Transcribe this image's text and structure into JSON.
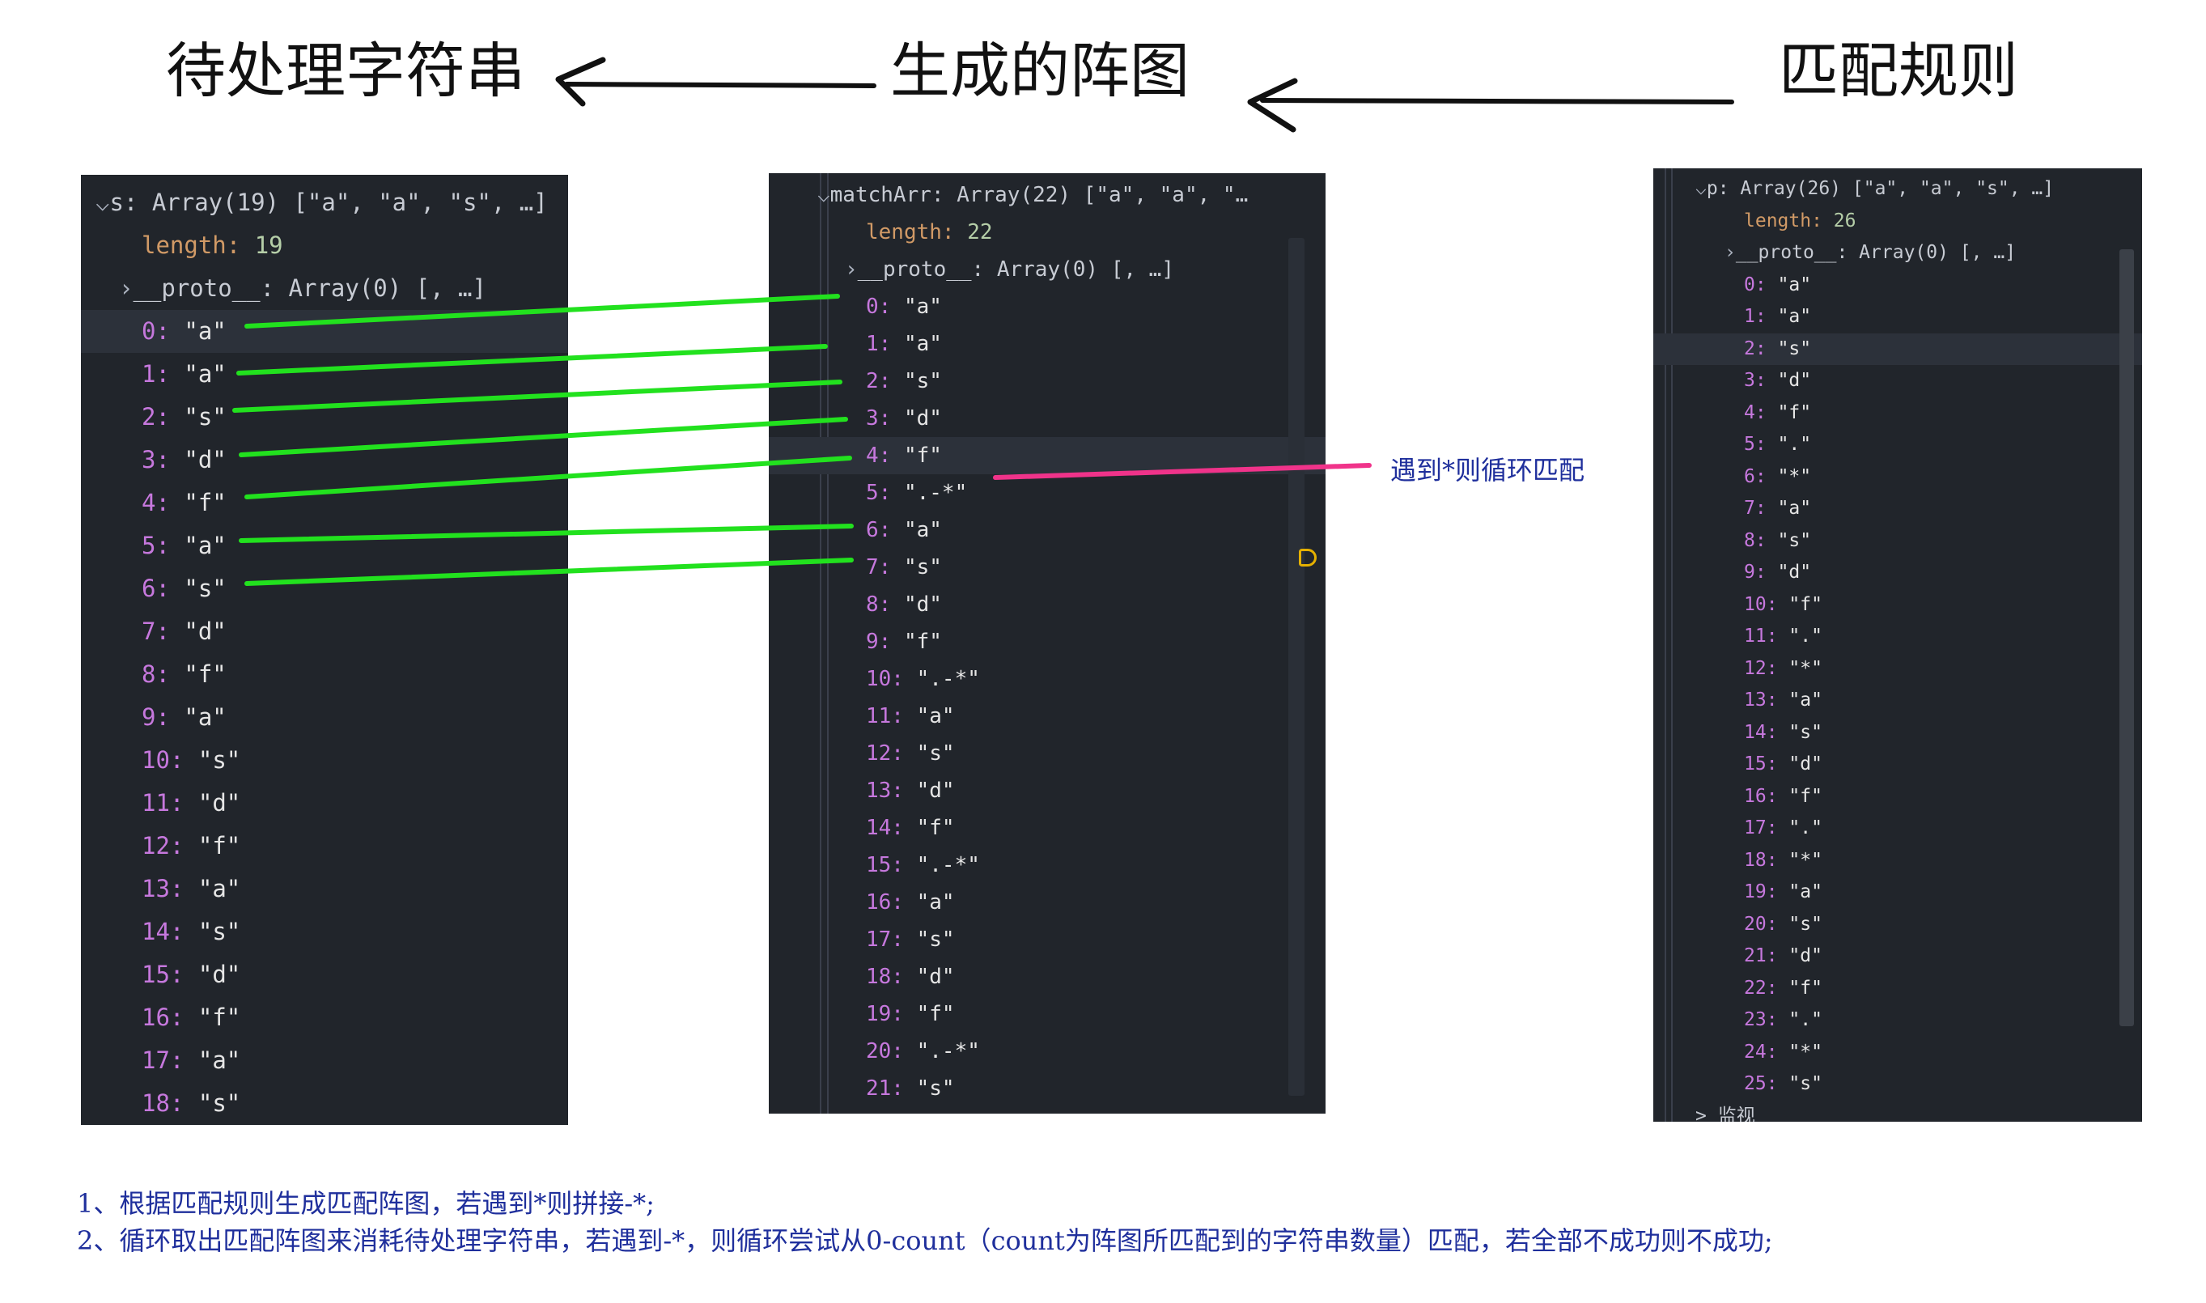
{
  "headings": {
    "left": "待处理字符串",
    "middle": "生成的阵图",
    "right": "匹配规则"
  },
  "panel_s": {
    "header": "s: Array(19) [\"a\", \"a\", \"s\", …]",
    "length_label": "length:",
    "length_value": "19",
    "proto": "__proto__: Array(0) [, …]",
    "items": [
      {
        "i": "0:",
        "v": "\"a\""
      },
      {
        "i": "1:",
        "v": "\"a\""
      },
      {
        "i": "2:",
        "v": "\"s\""
      },
      {
        "i": "3:",
        "v": "\"d\""
      },
      {
        "i": "4:",
        "v": "\"f\""
      },
      {
        "i": "5:",
        "v": "\"a\""
      },
      {
        "i": "6:",
        "v": "\"s\""
      },
      {
        "i": "7:",
        "v": "\"d\""
      },
      {
        "i": "8:",
        "v": "\"f\""
      },
      {
        "i": "9:",
        "v": "\"a\""
      },
      {
        "i": "10:",
        "v": "\"s\""
      },
      {
        "i": "11:",
        "v": "\"d\""
      },
      {
        "i": "12:",
        "v": "\"f\""
      },
      {
        "i": "13:",
        "v": "\"a\""
      },
      {
        "i": "14:",
        "v": "\"s\""
      },
      {
        "i": "15:",
        "v": "\"d\""
      },
      {
        "i": "16:",
        "v": "\"f\""
      },
      {
        "i": "17:",
        "v": "\"a\""
      },
      {
        "i": "18:",
        "v": "\"s\""
      }
    ]
  },
  "panel_match": {
    "header": "matchArr: Array(22) [\"a\", \"a\", \"…",
    "length_label": "length:",
    "length_value": "22",
    "proto": "__proto__: Array(0) [, …]",
    "items": [
      {
        "i": "0:",
        "v": "\"a\""
      },
      {
        "i": "1:",
        "v": "\"a\""
      },
      {
        "i": "2:",
        "v": "\"s\""
      },
      {
        "i": "3:",
        "v": "\"d\""
      },
      {
        "i": "4:",
        "v": "\"f\""
      },
      {
        "i": "5:",
        "v": "\".-*\""
      },
      {
        "i": "6:",
        "v": "\"a\""
      },
      {
        "i": "7:",
        "v": "\"s\""
      },
      {
        "i": "8:",
        "v": "\"d\""
      },
      {
        "i": "9:",
        "v": "\"f\""
      },
      {
        "i": "10:",
        "v": "\".-*\""
      },
      {
        "i": "11:",
        "v": "\"a\""
      },
      {
        "i": "12:",
        "v": "\"s\""
      },
      {
        "i": "13:",
        "v": "\"d\""
      },
      {
        "i": "14:",
        "v": "\"f\""
      },
      {
        "i": "15:",
        "v": "\".-*\""
      },
      {
        "i": "16:",
        "v": "\"a\""
      },
      {
        "i": "17:",
        "v": "\"s\""
      },
      {
        "i": "18:",
        "v": "\"d\""
      },
      {
        "i": "19:",
        "v": "\"f\""
      },
      {
        "i": "20:",
        "v": "\".-*\""
      },
      {
        "i": "21:",
        "v": "\"s\""
      }
    ],
    "footer": "p: Array(26) [\"a\", \"a\", \"s\", …]"
  },
  "panel_p": {
    "header": "p: Array(26) [\"a\", \"a\", \"s\", …]",
    "length_label": "length:",
    "length_value": "26",
    "proto": "__proto__: Array(0) [, …]",
    "items": [
      {
        "i": "0:",
        "v": "\"a\""
      },
      {
        "i": "1:",
        "v": "\"a\""
      },
      {
        "i": "2:",
        "v": "\"s\""
      },
      {
        "i": "3:",
        "v": "\"d\""
      },
      {
        "i": "4:",
        "v": "\"f\""
      },
      {
        "i": "5:",
        "v": "\".\""
      },
      {
        "i": "6:",
        "v": "\"*\""
      },
      {
        "i": "7:",
        "v": "\"a\""
      },
      {
        "i": "8:",
        "v": "\"s\""
      },
      {
        "i": "9:",
        "v": "\"d\""
      },
      {
        "i": "10:",
        "v": "\"f\""
      },
      {
        "i": "11:",
        "v": "\".\""
      },
      {
        "i": "12:",
        "v": "\"*\""
      },
      {
        "i": "13:",
        "v": "\"a\""
      },
      {
        "i": "14:",
        "v": "\"s\""
      },
      {
        "i": "15:",
        "v": "\"d\""
      },
      {
        "i": "16:",
        "v": "\"f\""
      },
      {
        "i": "17:",
        "v": "\".\""
      },
      {
        "i": "18:",
        "v": "\"*\""
      },
      {
        "i": "19:",
        "v": "\"a\""
      },
      {
        "i": "20:",
        "v": "\"s\""
      },
      {
        "i": "21:",
        "v": "\"d\""
      },
      {
        "i": "22:",
        "v": "\"f\""
      },
      {
        "i": "23:",
        "v": "\".\""
      },
      {
        "i": "24:",
        "v": "\"*\""
      },
      {
        "i": "25:",
        "v": "\"s\""
      }
    ],
    "footer": "> 监视"
  },
  "annotation": "遇到*则循环匹配",
  "notes": [
    "1、根据匹配规则生成匹配阵图，若遇到*则拼接-*;",
    "2、循环取出匹配阵图来消耗待处理字符串，若遇到-*，则循环尝试从0-count（count为阵图所匹配到的字符串数量）匹配，若全部不成功则不成功;"
  ],
  "colors": {
    "panel_bg": "#21252b",
    "connector_green": "#22e11e",
    "connector_pink": "#f0338a",
    "note_blue": "#1f2f9c",
    "arrow_black": "#111111"
  }
}
